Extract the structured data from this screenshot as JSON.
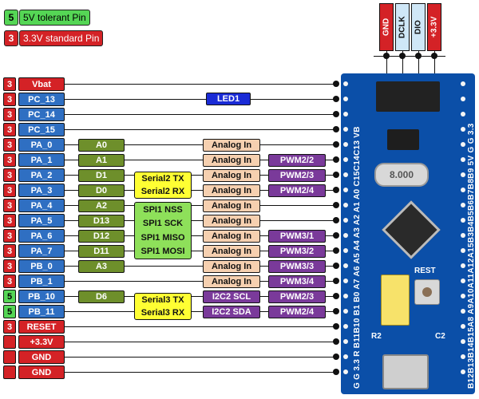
{
  "legend": {
    "five_v": {
      "num": "5",
      "text": "5V tolerant Pin",
      "color": "#55d655"
    },
    "three_v": {
      "num": "3",
      "text": "3.3V standard Pin",
      "color": "#d42226"
    }
  },
  "top_pins": [
    {
      "label": "GND",
      "style": "red"
    },
    {
      "label": "DCLK",
      "style": "light"
    },
    {
      "label": "DIO",
      "style": "light"
    },
    {
      "label": "+3.3V",
      "style": "red"
    }
  ],
  "pins": [
    {
      "num": "3",
      "num_color": "red",
      "label": "Vbat",
      "label_color": "red"
    },
    {
      "num": "3",
      "num_color": "red",
      "label": "PC_13",
      "label_color": "blue"
    },
    {
      "num": "3",
      "num_color": "red",
      "label": "PC_14",
      "label_color": "blue"
    },
    {
      "num": "3",
      "num_color": "red",
      "label": "PC_15",
      "label_color": "blue"
    },
    {
      "num": "3",
      "num_color": "red",
      "label": "PA_0",
      "label_color": "blue"
    },
    {
      "num": "3",
      "num_color": "red",
      "label": "PA_1",
      "label_color": "blue"
    },
    {
      "num": "3",
      "num_color": "red",
      "label": "PA_2",
      "label_color": "blue"
    },
    {
      "num": "3",
      "num_color": "red",
      "label": "PA_3",
      "label_color": "blue"
    },
    {
      "num": "3",
      "num_color": "red",
      "label": "PA_4",
      "label_color": "blue"
    },
    {
      "num": "3",
      "num_color": "red",
      "label": "PA_5",
      "label_color": "blue"
    },
    {
      "num": "3",
      "num_color": "red",
      "label": "PA_6",
      "label_color": "blue"
    },
    {
      "num": "3",
      "num_color": "red",
      "label": "PA_7",
      "label_color": "blue"
    },
    {
      "num": "3",
      "num_color": "red",
      "label": "PB_0",
      "label_color": "blue"
    },
    {
      "num": "3",
      "num_color": "red",
      "label": "PB_1",
      "label_color": "blue"
    },
    {
      "num": "5",
      "num_color": "green",
      "label": "PB_10",
      "label_color": "blue"
    },
    {
      "num": "5",
      "num_color": "green",
      "label": "PB_11",
      "label_color": "blue"
    },
    {
      "num": "3",
      "num_color": "red",
      "label": "RESET",
      "label_color": "red"
    },
    {
      "num": "",
      "num_color": "red",
      "label": "+3.3V",
      "label_color": "red"
    },
    {
      "num": "",
      "num_color": "red",
      "label": "GND",
      "label_color": "red"
    },
    {
      "num": "",
      "num_color": "red",
      "label": "GND",
      "label_color": "red"
    }
  ],
  "led_label": "LED1",
  "arduino_labels": [
    {
      "row": 4,
      "text": "A0"
    },
    {
      "row": 5,
      "text": "A1"
    },
    {
      "row": 6,
      "text": "D1"
    },
    {
      "row": 7,
      "text": "D0"
    },
    {
      "row": 8,
      "text": "A2"
    },
    {
      "row": 9,
      "text": "D13"
    },
    {
      "row": 10,
      "text": "D12"
    },
    {
      "row": 11,
      "text": "D11"
    },
    {
      "row": 12,
      "text": "A3"
    },
    {
      "row": 14,
      "text": "D6"
    }
  ],
  "serial2": [
    "Serial2 TX",
    "Serial2 RX"
  ],
  "serial3": [
    "Serial3 TX",
    "Serial3 RX"
  ],
  "spi1": [
    "SPI1 NSS",
    "SPI1 SCK",
    "SPI1 MISO",
    "SPI1 MOSI"
  ],
  "analog_in": {
    "label": "Analog In",
    "rows": [
      4,
      5,
      6,
      7,
      8,
      9,
      10,
      11,
      12,
      13
    ]
  },
  "i2c2": [
    {
      "row": 14,
      "text": "I2C2 SCL"
    },
    {
      "row": 15,
      "text": "I2C2 SDA"
    }
  ],
  "pwm": [
    {
      "row": 5,
      "text": "PWM2/2"
    },
    {
      "row": 6,
      "text": "PWM2/3"
    },
    {
      "row": 7,
      "text": "PWM2/4"
    },
    {
      "row": 10,
      "text": "PWM3/1"
    },
    {
      "row": 11,
      "text": "PWM3/2"
    },
    {
      "row": 12,
      "text": "PWM3/3"
    },
    {
      "row": 13,
      "text": "PWM3/4"
    },
    {
      "row": 14,
      "text": "PWM2/3"
    },
    {
      "row": 15,
      "text": "PWM2/4"
    }
  ],
  "board": {
    "left_edge": "G G 3.3 R B11B10 B1 B0 A7 A6 A5 A4 A3 A2 A1 A0 C15C14C13 VB",
    "right_edge": "B12B13B14B15A8 A9A10A11A12A15B3B4B5B6B7B8B9 5V G G 3.3",
    "reset_label": "REST",
    "r2_label": "R2",
    "c2_label": "C2",
    "chip_text": "",
    "crystal_text": "8.000"
  }
}
